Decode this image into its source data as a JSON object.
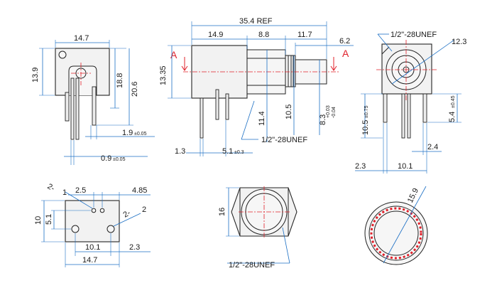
{
  "drawing": {
    "front": {
      "width": "14.7",
      "height": "13.9",
      "d18_8": "18.8",
      "d20_6": "20.6",
      "d1_9": "1.9",
      "d1_9_tol": "±0.05",
      "d0_9": "0.9",
      "d0_9_tol": "±0.05"
    },
    "side": {
      "ref": "35.4 REF",
      "d14_9": "14.9",
      "d8_8": "8.8",
      "d11_7": "11.7",
      "d6_2": "6.2",
      "d13_35": "13.35",
      "d11_4": "11.4",
      "d10_5": "10.5",
      "d8_3": "8.3",
      "d8_3_tol_up": "+0.03",
      "d8_3_tol_dn": "-0.04",
      "d1_3": "1.3",
      "d5_1": "5.1",
      "d5_1_tol": "±0.3",
      "thread": "1/2\"-28UNEF",
      "section_left": "A",
      "section_right": "A"
    },
    "right": {
      "thread": "1/2\"-28UNEF",
      "d12_3": "12.3",
      "d10_5": "10.5",
      "d10_5_tol": "±0.75",
      "d5_4": "5.4",
      "d5_4_tol": "±0.45",
      "d2_4": "2.4",
      "d2_3": "2.3",
      "d10_1": "10.1"
    },
    "pcb": {
      "d2_5": "2.5",
      "d4_85": "4.85",
      "d10": "10",
      "d5_1": "5.1",
      "d10_1": "10.1",
      "d2_3": "2.3",
      "d14_7": "14.7",
      "pin_a_tag": "2-",
      "pin_a_num": "1",
      "pin_b_tag": "2-",
      "pin_b_num": "2"
    },
    "face": {
      "d16": "16",
      "thread": "1/2\"-28UNEF"
    },
    "section": {
      "d15_9": "15.9"
    }
  }
}
